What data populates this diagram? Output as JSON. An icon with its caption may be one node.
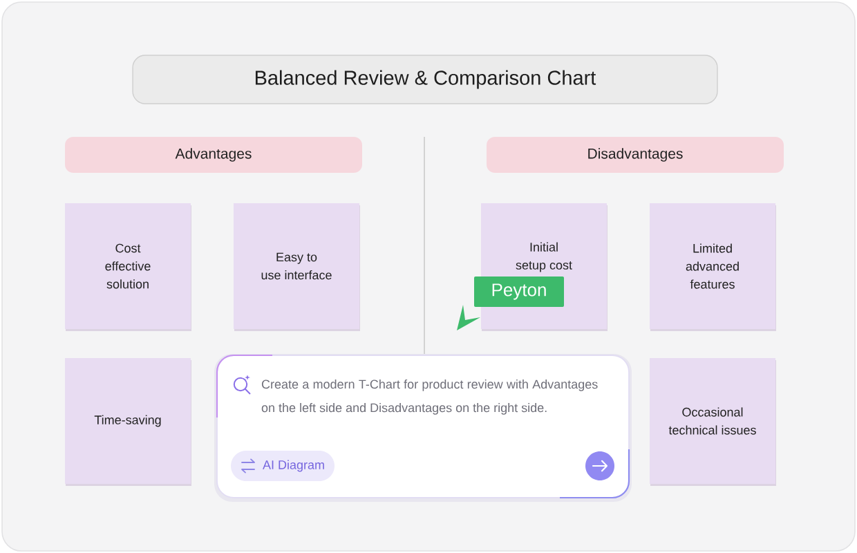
{
  "diagram": {
    "nodes": [
      {
        "text": [
          "Balanced Review & Comparison Chart"
        ]
      },
      {
        "text": [
          "Advantages"
        ]
      },
      {
        "text": [
          "Disadvantages"
        ]
      },
      {
        "text": [
          "Cost effective solution"
        ]
      },
      {
        "text": [
          "Easy to use interface"
        ]
      },
      {
        "text": [
          "Initial setup cost"
        ]
      },
      {
        "text": [
          "Limited advanced features"
        ]
      },
      {
        "text": [
          "Peyton"
        ]
      },
      {
        "text": [
          "Time-saving"
        ]
      },
      {
        "text": [
          "Create a modern T-Chart for product review with Advantages on the left side and Disadvantages on the right side."
        ]
      },
      {
        "text": [
          "AI Diagram"
        ],
        "in": 9
      },
      {
        "text": [
          "Occasional technical issues"
        ]
      }
    ]
  }
}
